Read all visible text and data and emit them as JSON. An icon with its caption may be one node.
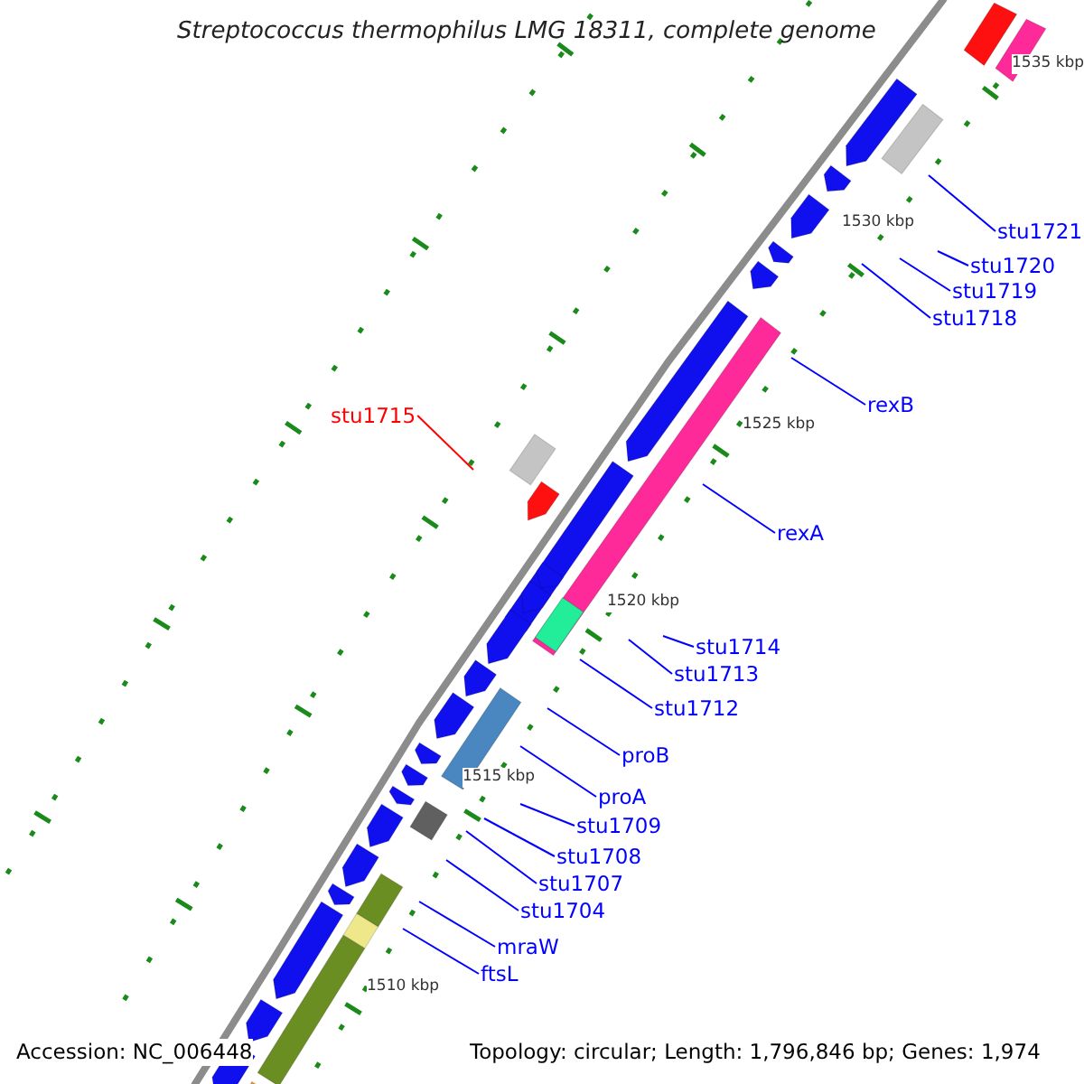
{
  "diagram": {
    "title": "Streptococcus thermophilus LMG 18311, complete genome",
    "nodes": [
      {
        "text": [
          "stu1721"
        ]
      },
      {
        "text": [
          "stu1720"
        ]
      },
      {
        "text": [
          "stu1719"
        ]
      },
      {
        "text": [
          "stu1718"
        ]
      },
      {
        "text": [
          "rexB"
        ]
      },
      {
        "text": [
          "rexA"
        ]
      },
      {
        "text": [
          "stu1715"
        ]
      },
      {
        "text": [
          "stu1714"
        ]
      },
      {
        "text": [
          "stu1713"
        ]
      },
      {
        "text": [
          "stu1712"
        ]
      },
      {
        "text": [
          "proB"
        ]
      },
      {
        "text": [
          "proA"
        ]
      },
      {
        "text": [
          "stu1709"
        ]
      },
      {
        "text": [
          "stu1708"
        ]
      },
      {
        "text": [
          "stu1707"
        ]
      },
      {
        "text": [
          "stu1704"
        ]
      },
      {
        "text": [
          "mraW"
        ]
      },
      {
        "text": [
          "ftsL"
        ]
      }
    ],
    "edges": [
      {
        "from": 0,
        "to": null,
        "arrow": "none"
      },
      {
        "from": 1,
        "to": null,
        "arrow": "none"
      },
      {
        "from": 2,
        "to": null,
        "arrow": "none"
      },
      {
        "from": 3,
        "to": null,
        "arrow": "none"
      },
      {
        "from": 4,
        "to": null,
        "arrow": "none"
      },
      {
        "from": 5,
        "to": null,
        "arrow": "none"
      },
      {
        "from": 6,
        "to": null,
        "arrow": "none",
        "color": "#ff0000"
      },
      {
        "from": 7,
        "to": null,
        "arrow": "none"
      },
      {
        "from": 8,
        "to": null,
        "arrow": "none"
      },
      {
        "from": 9,
        "to": null,
        "arrow": "none"
      },
      {
        "from": 10,
        "to": null,
        "arrow": "none"
      },
      {
        "from": 11,
        "to": null,
        "arrow": "none"
      },
      {
        "from": 12,
        "to": null,
        "arrow": "none"
      },
      {
        "from": 13,
        "to": null,
        "arrow": "none"
      },
      {
        "from": 14,
        "to": null,
        "arrow": "none"
      },
      {
        "from": 15,
        "to": null,
        "arrow": "none"
      },
      {
        "from": 16,
        "to": null,
        "arrow": "none"
      },
      {
        "from": 17,
        "to": null,
        "arrow": "none"
      }
    ],
    "labels": [
      "1535 kbp",
      "1530 kbp",
      "1525 kbp",
      "1520 kbp",
      "1515 kbp",
      "1510 kbp",
      "Accession: NC_006448",
      "Topology: circular; Length: 1,796,846 bp; Genes: 1,974"
    ]
  }
}
